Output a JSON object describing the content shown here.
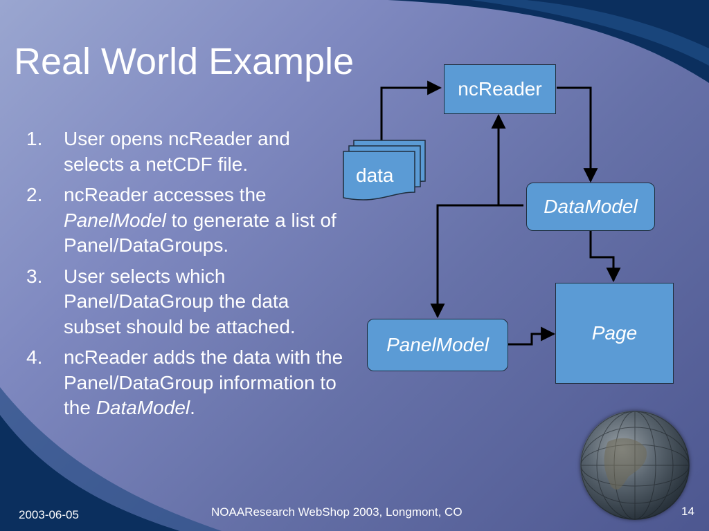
{
  "title": "Real World Example",
  "steps": [
    {
      "num": "1.",
      "parts": [
        {
          "text": "User opens ncReader and selects a netCDF file.",
          "italic": false
        }
      ]
    },
    {
      "num": "2.",
      "parts": [
        {
          "text": "ncReader accesses the ",
          "italic": false
        },
        {
          "text": "PanelModel",
          "italic": true
        },
        {
          "text": " to generate a list of Panel/DataGroups.",
          "italic": false
        }
      ]
    },
    {
      "num": "3.",
      "parts": [
        {
          "text": "User selects which Panel/DataGroup the data subset should be attached.",
          "italic": false
        }
      ]
    },
    {
      "num": "4.",
      "parts": [
        {
          "text": "ncReader adds the data with the Panel/DataGroup information to the ",
          "italic": false
        },
        {
          "text": "DataModel",
          "italic": true
        },
        {
          "text": ".",
          "italic": false
        }
      ]
    }
  ],
  "diagram": {
    "ncreader": "ncReader",
    "data": "data",
    "datamodel": "DataModel",
    "page": "Page",
    "panelmodel": "PanelModel"
  },
  "footer": {
    "date": "2003-06-05",
    "event": "NOAAResearch WebShop 2003, Longmont, CO",
    "page_number": "14"
  },
  "colors": {
    "box_fill": "#5b9bd5",
    "background": "#7f89c0",
    "swoosh": "#0b2f5e"
  }
}
